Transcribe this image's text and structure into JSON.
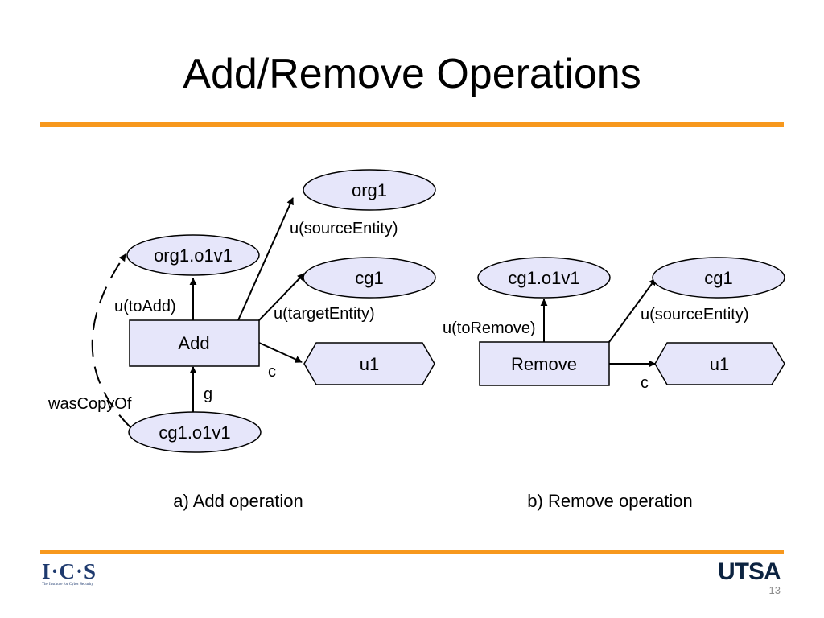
{
  "slide": {
    "title": "Add/Remove Operations",
    "page_number": "13",
    "accent_color": "#f7981d"
  },
  "diagram_add": {
    "caption": "a) Add operation",
    "nodes": {
      "activity": "Add",
      "target_copy": "org1.o1v1",
      "source_org": "org1",
      "target_group": "cg1",
      "user": "u1",
      "source_copy": "cg1.o1v1"
    },
    "edges": {
      "to_add": "u(toAdd)",
      "source_entity": "u(sourceEntity)",
      "target_entity": "u(targetEntity)",
      "controlled_by": "c",
      "generated": "g",
      "was_copy_of": "wasCopyOf"
    }
  },
  "diagram_remove": {
    "caption": "b) Remove operation",
    "nodes": {
      "activity": "Remove",
      "removed_copy": "cg1.o1v1",
      "source_group": "cg1",
      "user": "u1"
    },
    "edges": {
      "to_remove": "u(toRemove)",
      "source_entity": "u(sourceEntity)",
      "controlled_by": "c"
    }
  },
  "colors": {
    "node_fill": "#e6e6fa",
    "node_stroke": "#000000",
    "logo_ics": "#1e3a6e",
    "logo_utsa": "#0c2340"
  },
  "footer": {
    "ics_logo_text": "I·C·S",
    "ics_tagline": "The Institute for Cyber Security",
    "utsa_logo_text": "UTSA"
  }
}
